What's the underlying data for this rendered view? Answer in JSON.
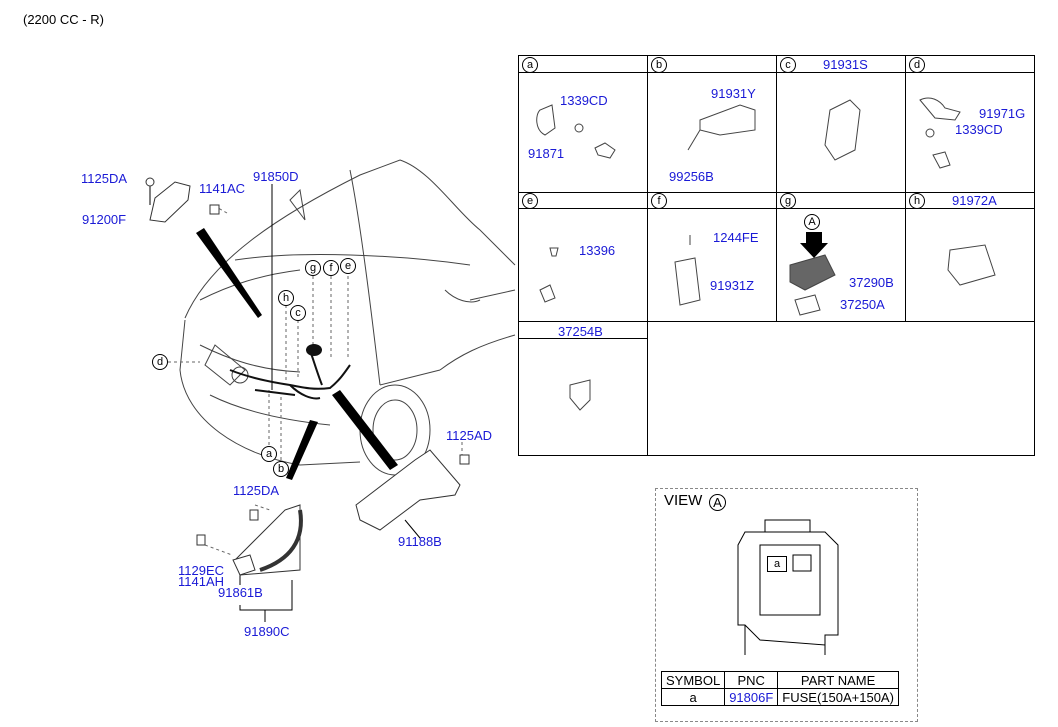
{
  "header": "(2200 CC - R)",
  "main_labels": {
    "l1125DA_top": "1125DA",
    "l1141AC": "1141AC",
    "l91200F": "91200F",
    "l91850D": "91850D",
    "l1125AD": "1125AD",
    "l1125DA_bottom": "1125DA",
    "l1129EC": "1129EC",
    "l1141AH": "1141AH",
    "l91861B": "91861B",
    "l91890C": "91890C",
    "l91188B": "91188B"
  },
  "callouts": {
    "a": "a",
    "b": "b",
    "c": "c",
    "d": "d",
    "e": "e",
    "f": "f",
    "g": "g",
    "h": "h"
  },
  "grid": {
    "a": {
      "letter": "a",
      "labels": [
        "1339CD",
        "91871"
      ]
    },
    "b": {
      "letter": "b",
      "labels": [
        "91931Y",
        "99256B"
      ]
    },
    "c": {
      "letter": "c",
      "title": "91931S"
    },
    "d": {
      "letter": "d",
      "labels": [
        "91971G",
        "1339CD"
      ]
    },
    "e": {
      "letter": "e",
      "labels": [
        "13396"
      ]
    },
    "f": {
      "letter": "f",
      "labels": [
        "1244FE",
        "91931Z"
      ]
    },
    "g": {
      "letter": "g",
      "view": "A",
      "labels": [
        "37290B",
        "37250A"
      ]
    },
    "h": {
      "letter": "h",
      "title": "91972A"
    },
    "extra": {
      "title": "37254B"
    }
  },
  "view": {
    "title": "VIEW",
    "ref": "A",
    "fuse_slot": "a",
    "table": {
      "headers": [
        "SYMBOL",
        "PNC",
        "PART NAME"
      ],
      "rows": [
        [
          "a",
          "91806F",
          "FUSE(150A+150A)"
        ]
      ]
    }
  }
}
